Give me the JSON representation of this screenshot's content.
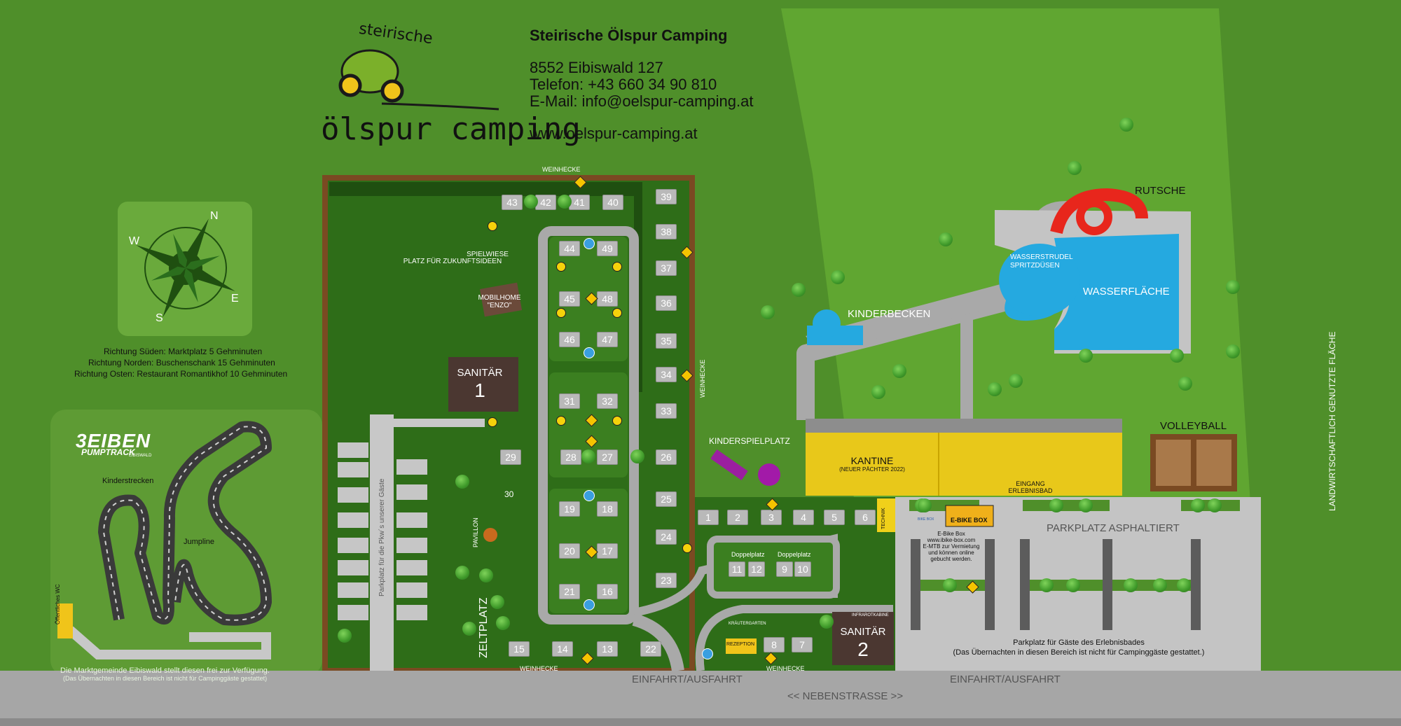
{
  "header": {
    "logo_arc": "steirische",
    "logo_text": "ölspur camping",
    "title": "Steirische Ölspur Camping",
    "address": "8552 Eibiswald 127",
    "phone": "Telefon: +43 660 34 90 810",
    "email": "E-Mail: info@oelspur-camping.at",
    "web": "www.oelspur-camping.at"
  },
  "compass": {
    "n": "N",
    "s": "S",
    "e": "E",
    "w": "W",
    "directions": [
      "Richtung Süden: Marktplatz 5 Gehminuten",
      "Richtung Norden: Buschenschank 15 Gehminuten",
      "Richtung Osten: Restaurant Romantikhof 10 Gehminuten"
    ]
  },
  "pumptrack": {
    "logo": "3EIBEN",
    "logo_sub": "PUMPTRACK",
    "logo_sub2": "EIBISWALD",
    "kinderstrecken": "Kinderstrecken",
    "jumpline": "Jumpline",
    "wc": "Öffentliches WC",
    "note1": "Die Marktgemeinde Eibiswald stellt diesen frei zur Verfügung.",
    "note2": "(Das Übernachten in diesen Bereich ist nicht für Campinggäste gestattet)"
  },
  "camping": {
    "weinhecke_top": "WEINHECKE",
    "weinhecke_bottom1": "WEINHECKE",
    "weinhecke_bottom2": "WEINHECKE",
    "weinhecke_side": "WEINHECKE",
    "spielwiese1": "SPIELWIESE",
    "spielwiese2": "PLATZ FÜR ZUKUNFTSIDEEN",
    "mobilhome1": "MOBILHOME",
    "mobilhome2": "\"ENZO\"",
    "sanitaer1_label": "SANITÄR",
    "sanitaer1_num": "1",
    "sanitaer2_label": "SANITÄR",
    "sanitaer2_num": "2",
    "infrarot": "INFRAROTKABINE",
    "parkplatz_pkw": "Parkplatz für die Pkw´s unserer Gäste",
    "zeltplatz": "ZELTPLATZ",
    "pavillon": "PAVILLON",
    "pitch30": "30",
    "doppelplatz1": "Doppelplatz",
    "doppelplatz2": "Doppelplatz",
    "kraeutergarten": "KRÄUTERGARTEN",
    "rezeption": "REZEPTION",
    "technik": "TECHNIK",
    "kinderspielplatz": "KINDERSPIELPLATZ"
  },
  "pitches": [
    "43",
    "42",
    "41",
    "40",
    "39",
    "38",
    "37",
    "36",
    "35",
    "34",
    "33",
    "44",
    "49",
    "45",
    "48",
    "46",
    "47",
    "31",
    "32",
    "28",
    "27",
    "29",
    "26",
    "19",
    "18",
    "20",
    "17",
    "21",
    "16",
    "25",
    "24",
    "23",
    "15",
    "14",
    "13",
    "22",
    "1",
    "2",
    "3",
    "4",
    "5",
    "6",
    "11",
    "12",
    "9",
    "10",
    "8",
    "7"
  ],
  "pool": {
    "rutsche": "RUTSCHE",
    "wasserstrudel1": "WASSERSTRUDEL",
    "wasserstrudel2": "SPRITZDÜSEN",
    "wasserflaeche": "WASSERFLÄCHE",
    "kinderbecken": "KINDERBECKEN"
  },
  "kantine": {
    "title": "KANTINE",
    "sub": "(NEUER PÄCHTER 2022)",
    "eingang1": "EINGANG",
    "eingang2": "ERLEBNISBAD"
  },
  "volleyball": "VOLLEYBALL",
  "landwirtschaft": "LANDWIRTSCHAFTLICH GENUTZTE FLÄCHE",
  "ebike": {
    "box": "E-BIKE BOX",
    "brand": "BIKE BOX",
    "line1": "E-Bike Box",
    "line2": "www.ibike-box.com",
    "line3": "E-MTB zur Vermietung",
    "line4": "und können online",
    "line5": "gebucht werden."
  },
  "parking": {
    "asphaltiert": "PARKPLATZ ASPHALTIERT",
    "note1": "Parkplatz für Gäste des Erlebnisbades",
    "note2": "(Das Übernachten in diesen Bereich ist nicht für Campinggäste gestattet.)"
  },
  "street": {
    "einfahrt1": "EINFAHRT/AUSFAHRT",
    "einfahrt2": "EINFAHRT/AUSFAHRT",
    "nebenstrasse": "<< NEBENSTRASSE >>"
  },
  "colors": {
    "grass": "#4f8f2a",
    "camp_grass": "#2e6d18",
    "road": "#a6a6a6",
    "pool": "#25a9e0",
    "kantine": "#e8c81a",
    "sanitaer": "#4b3731",
    "slide": "#e8261c",
    "pitch": "#b9b9b9"
  }
}
